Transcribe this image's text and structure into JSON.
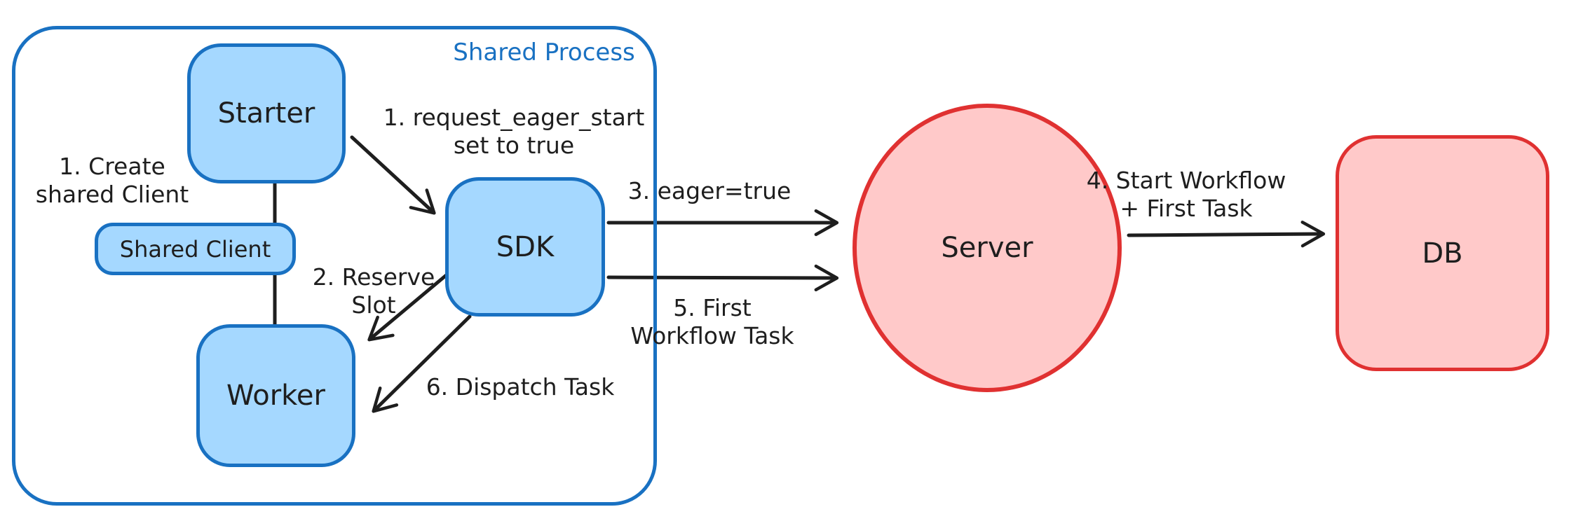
{
  "diagram": {
    "container": {
      "label": "Shared Process",
      "border_color": "#1971c2",
      "label_color": "#1971c2"
    },
    "nodes": {
      "starter": {
        "label": "Starter",
        "fill": "#a5d8ff",
        "stroke": "#1971c2",
        "shape": "rounded-rect"
      },
      "shared_client": {
        "label": "Shared Client",
        "fill": "#a5d8ff",
        "stroke": "#1971c2",
        "shape": "rounded-rect"
      },
      "worker": {
        "label": "Worker",
        "fill": "#a5d8ff",
        "stroke": "#1971c2",
        "shape": "rounded-rect"
      },
      "sdk": {
        "label": "SDK",
        "fill": "#a5d8ff",
        "stroke": "#1971c2",
        "shape": "rounded-rect"
      },
      "server": {
        "label": "Server",
        "fill": "#ffc9c9",
        "stroke": "#e03131",
        "shape": "ellipse"
      },
      "db": {
        "label": "DB",
        "fill": "#ffc9c9",
        "stroke": "#e03131",
        "shape": "rounded-rect"
      }
    },
    "annotations": {
      "create_shared_client": {
        "text": "1. Create\nshared Client"
      },
      "request_eager_start": {
        "text": "1. request_eager_start\nset to true"
      },
      "reserve_slot": {
        "text": "2. Reserve\nSlot"
      },
      "eager_true": {
        "text": "3. eager=true"
      },
      "start_workflow": {
        "text": "4. Start Workflow\n+ First Task"
      },
      "first_workflow_task": {
        "text": "5. First\nWorkflow Task"
      },
      "dispatch_task": {
        "text": "6. Dispatch Task"
      }
    },
    "connectors": {
      "color": "#1e1e1e",
      "list": [
        {
          "name": "starter-to-worker-via-shared-client",
          "type": "line",
          "from": "starter",
          "to": "worker"
        },
        {
          "name": "request-eager-start-arrow",
          "type": "arrow",
          "from": "starter",
          "to": "sdk"
        },
        {
          "name": "reserve-slot-arrow",
          "type": "arrow",
          "from": "sdk",
          "to": "worker"
        },
        {
          "name": "eager-true-arrow",
          "type": "arrow",
          "from": "sdk",
          "to": "server"
        },
        {
          "name": "start-workflow-arrow",
          "type": "arrow",
          "from": "server",
          "to": "db"
        },
        {
          "name": "first-workflow-task-arrow",
          "type": "arrow",
          "from": "sdk",
          "to": "server"
        },
        {
          "name": "dispatch-task-arrow",
          "type": "arrow",
          "from": "sdk",
          "to": "worker"
        }
      ]
    }
  }
}
